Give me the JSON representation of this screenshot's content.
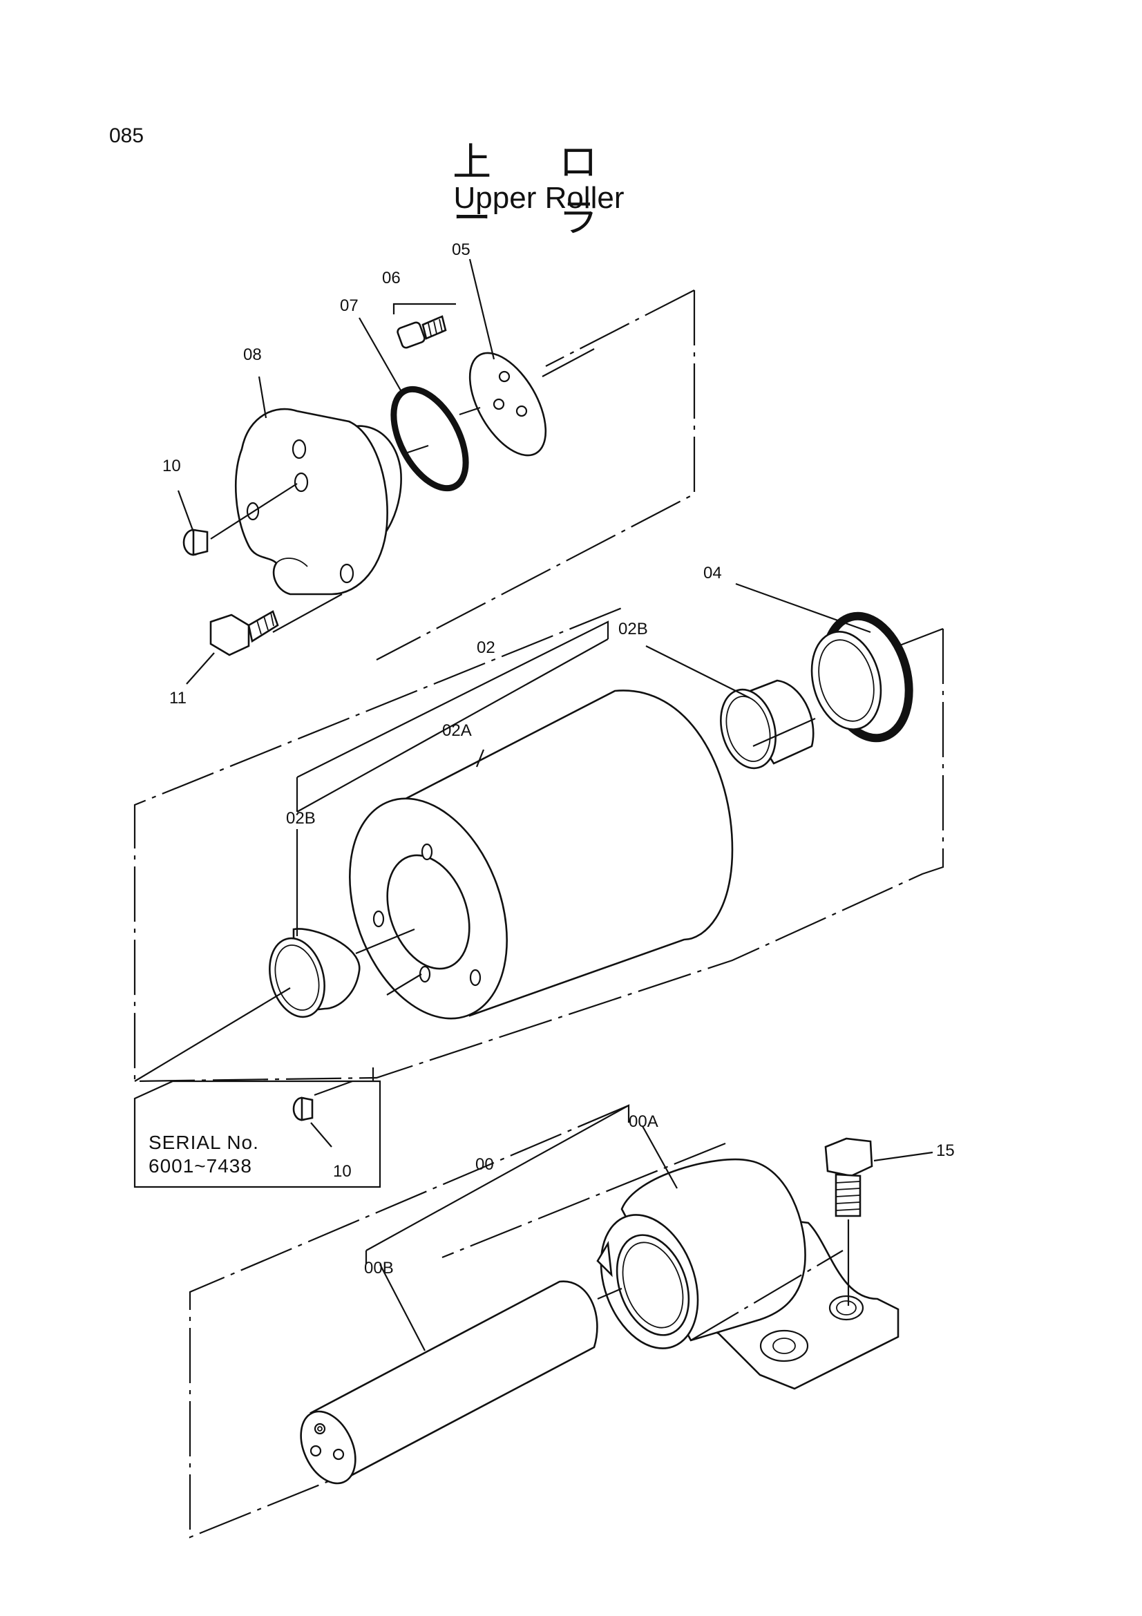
{
  "page_number": "085",
  "title": {
    "japanese": "上 ロ ー ラ",
    "english": "Upper Roller"
  },
  "callouts": {
    "p05": "05",
    "p06": "06",
    "p07": "07",
    "p08": "08",
    "p10_top": "10",
    "p11": "11",
    "p04": "04",
    "p02": "02",
    "p02B_right": "02B",
    "p02A": "02A",
    "p02B_left": "02B",
    "p10_bottom": "10",
    "p00A": "00A",
    "p00": "00",
    "p00B": "00B",
    "p15": "15"
  },
  "serial_note": {
    "line1": "SERIAL No.",
    "line2": "6001~7438"
  }
}
